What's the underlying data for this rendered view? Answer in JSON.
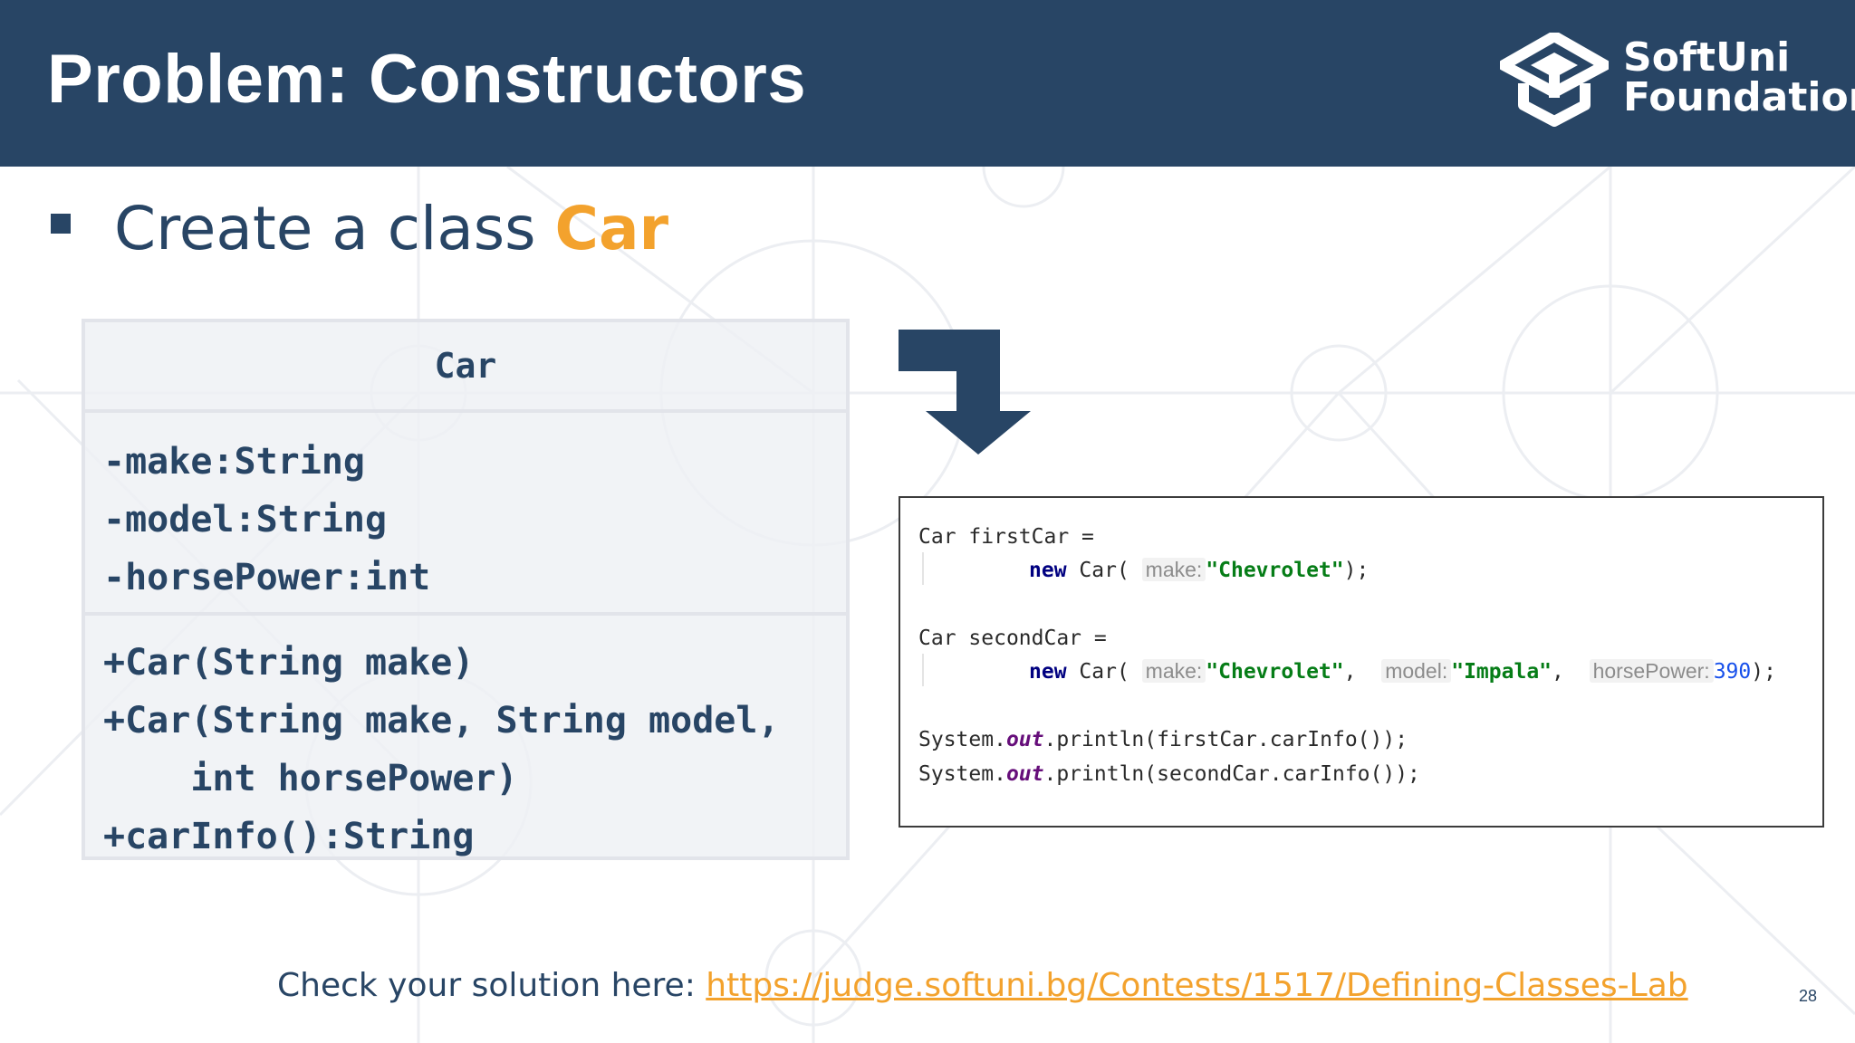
{
  "header": {
    "title": "Problem: Constructors",
    "logo": {
      "line1": "SoftUni",
      "line2": "Foundation"
    }
  },
  "bullet": {
    "text": "Create a class ",
    "highlight": "Car"
  },
  "uml": {
    "class_name": "Car",
    "fields": [
      "-make:String",
      "-model:String",
      "-horsePower:int"
    ],
    "methods": [
      "+Car(String make)",
      "+Car(String make, String model,",
      "    int horsePower)",
      "+carInfo():String"
    ]
  },
  "code": {
    "line1": {
      "type": "Car",
      "var": "firstCar",
      "op": "="
    },
    "line2": {
      "kw": "new",
      "ctor": "Car(",
      "hint_make": "make:",
      "val_make": "\"Chevrolet\"",
      "end": ");"
    },
    "line3": {
      "type": "Car",
      "var": "secondCar",
      "op": "="
    },
    "line4": {
      "kw": "new",
      "ctor": "Car(",
      "hint_make": "make:",
      "val_make": "\"Chevrolet\"",
      "sep1": ",",
      "hint_model": "model:",
      "val_model": "\"Impala\"",
      "sep2": ",",
      "hint_hp": "horsePower:",
      "val_hp": "390",
      "end": ");"
    },
    "line5": {
      "pre": "System.",
      "field": "out",
      "post": ".println(firstCar.carInfo());"
    },
    "line6": {
      "pre": "System.",
      "field": "out",
      "post": ".println(secondCar.carInfo());"
    }
  },
  "footer": {
    "label": "Check your solution here: ",
    "link": "https://judge.softuni.bg/Contests/1517/Defining-Classes-Lab"
  },
  "page_number": "28",
  "colors": {
    "header_bg": "#284565",
    "accent": "#f3a22d",
    "text": "#284565"
  }
}
